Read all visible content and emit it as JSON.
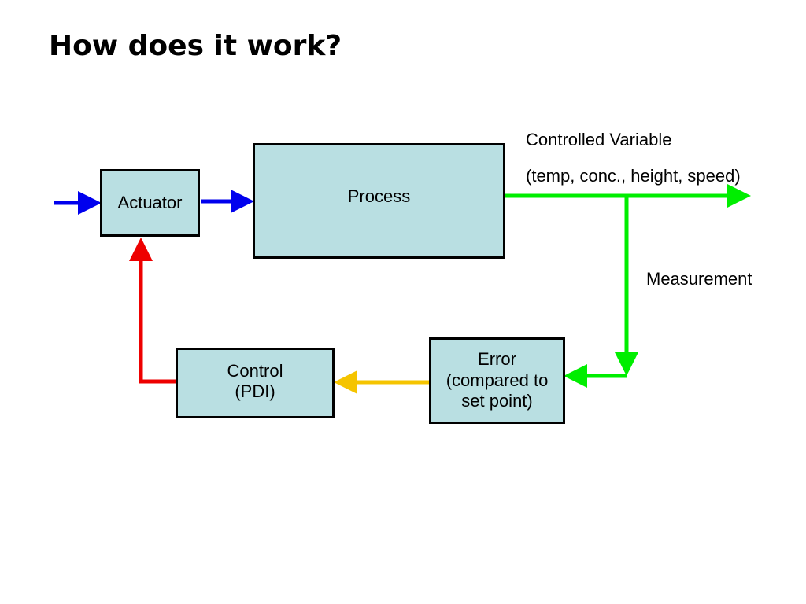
{
  "slide": {
    "title": "How does it work?"
  },
  "blocks": {
    "actuator": "Actuator",
    "process": "Process",
    "control": [
      "Control",
      "(PDI)"
    ],
    "error": [
      "Error",
      "(compared to",
      "set point)"
    ]
  },
  "labels": {
    "controlled_variable": "Controlled Variable",
    "variable_examples": "(temp, conc., height, speed)",
    "measurement": "Measurement"
  },
  "colors": {
    "input_arrow": "#0000ee",
    "output_arrow": "#00ee00",
    "control_arrow": "#ee0000",
    "error_arrow": "#f5c400",
    "box_fill": "#b9dfe2"
  }
}
